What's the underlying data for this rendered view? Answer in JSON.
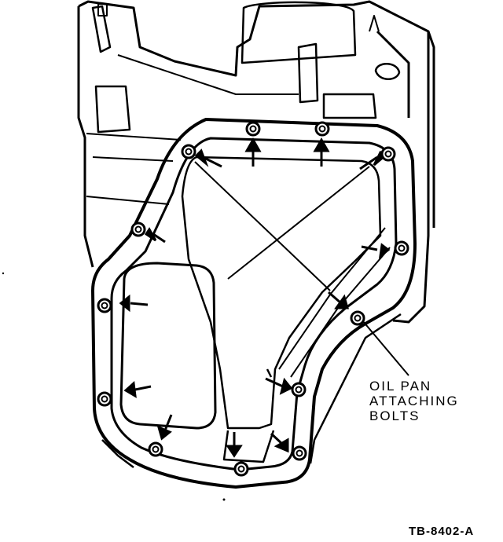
{
  "callout": {
    "line1": "OIL PAN",
    "line2": "ATTACHING",
    "line3": "BOLTS"
  },
  "figure_number": "TB-8402-A",
  "bolt_count": 13,
  "colors": {
    "ink": "#000000",
    "paper": "#ffffff"
  }
}
